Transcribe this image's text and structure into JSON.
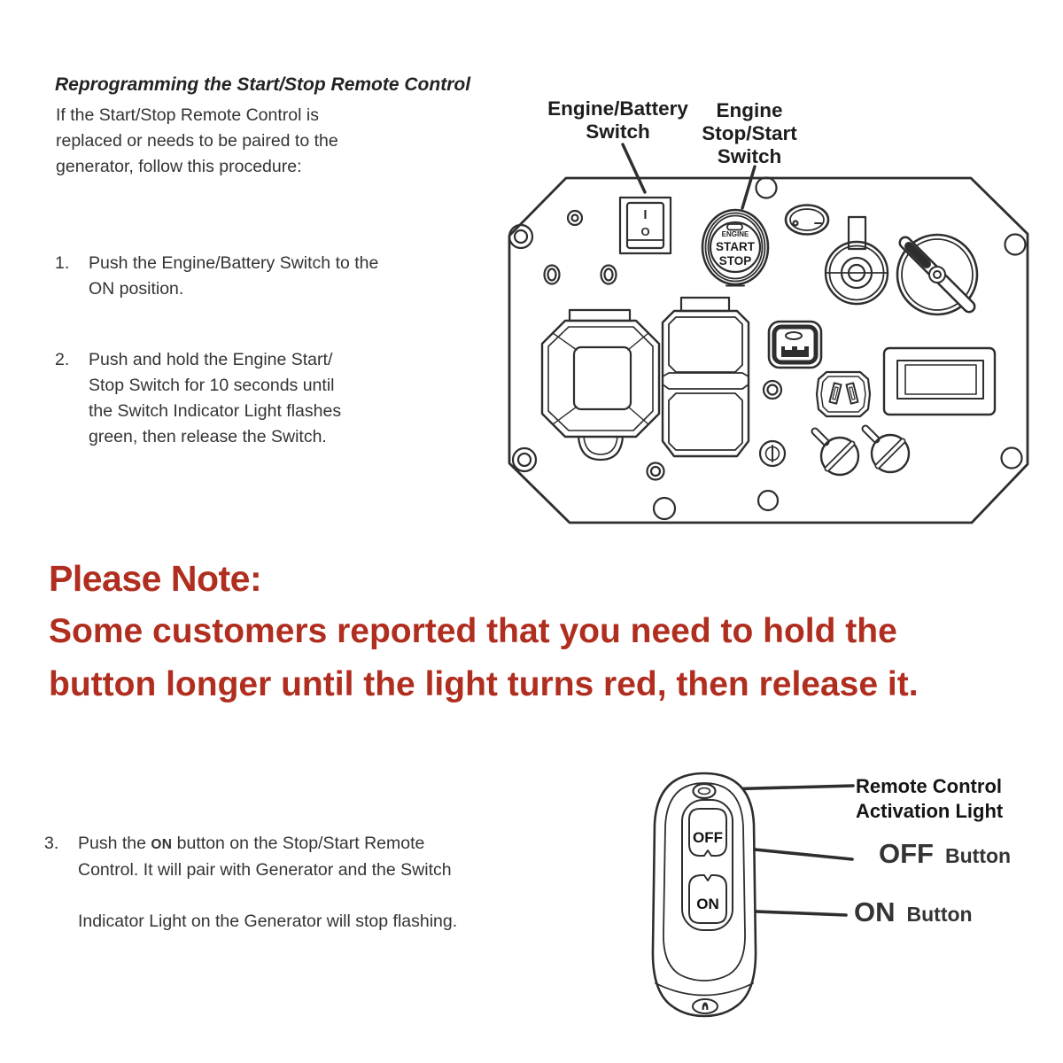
{
  "colors": {
    "note_red": "#b02e1f",
    "ink": "#2e2e2e",
    "text": "#343434"
  },
  "doc": {
    "title": "Reprogramming the Start/Stop Remote Control",
    "intro": "If the Start/Stop Remote Control is\nreplaced or needs to be paired to the\ngenerator, follow this procedure:",
    "steps": [
      {
        "num": "1.",
        "text": "Push the Engine/Battery Switch to the\nON position."
      },
      {
        "num": "2.",
        "text": "Push and hold the Engine Start/\nStop Switch for 10 seconds until\nthe Switch Indicator Light flashes\ngreen, then release the Switch."
      },
      {
        "num": "3.",
        "pre": "Push the ",
        "bold": "ON",
        "rest_line1": " button on the Stop/Start Remote",
        "line2": "Control.  It will pair with Generator and the Switch",
        "line3": "Indicator Light on the Generator will stop flashing."
      }
    ]
  },
  "note": {
    "heading": "Please Note:",
    "line1": "Some customers reported that you need to hold the",
    "line2": "button longer until the light turns red, then release it."
  },
  "panel": {
    "label_engine_battery": "Engine/Battery\nSwitch",
    "label_engine_stop_start": "Engine\nStop/Start\nSwitch",
    "start_button_line1": "ENGINE",
    "start_button_line2": "START",
    "start_button_line3": "STOP",
    "rocker_on_symbol": "I",
    "rocker_off_symbol": "O"
  },
  "remote": {
    "button_off": "OFF",
    "button_on": "ON",
    "label_light_line1": "Remote Control",
    "label_light_line2": "Activation Light",
    "label_off_big": "OFF",
    "label_off_rest": "Button",
    "label_on_big": "ON",
    "label_on_rest": "Button"
  }
}
